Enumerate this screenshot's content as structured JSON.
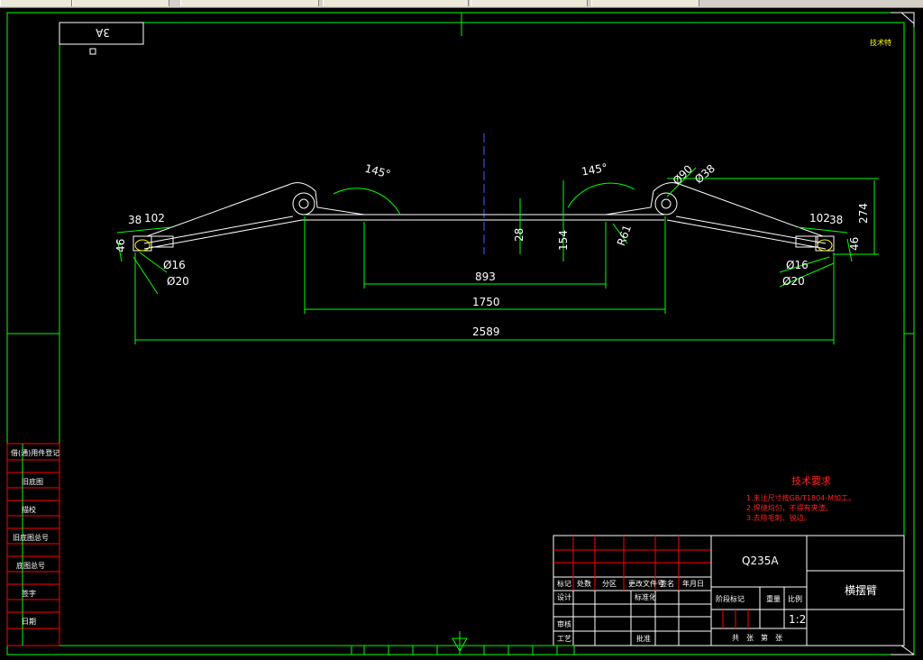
{
  "sheet": {
    "code_box": "3A",
    "top_right_label": "技术特"
  },
  "dimensions": {
    "angle_left": "145°",
    "angle_right": "145°",
    "dia_90": "Ø90",
    "dia_38": "Ø38",
    "v_274": "274",
    "h_38_left": "38",
    "h_102_left": "102",
    "h_102_right": "102",
    "h_38_right": "38",
    "v_46_left": "46",
    "v_46_right": "46",
    "v_28": "28",
    "v_154": "154",
    "r_61": "R61",
    "dia_16_left": "Ø16",
    "dia_20_left": "Ø20",
    "dia_16_right": "Ø16",
    "dia_20_right": "Ø20",
    "len_893": "893",
    "len_1750": "1750",
    "len_2589": "2589"
  },
  "tech_requirements": {
    "title": "技术要求",
    "items": [
      "1.未注尺寸按GB/T1804-M加工。",
      "2.焊缝均匀，不得有夹渣。",
      "3.去除毛刺、锐边。"
    ]
  },
  "left_side_table": [
    "借(通)用件登记",
    "旧底图",
    "描校",
    "旧底图总号",
    "底图总号",
    "签字",
    "日期"
  ],
  "title_block": {
    "header_cells": [
      "标记",
      "处数",
      "分区",
      "更改文件号",
      "签名",
      "年月日"
    ],
    "row_labels": [
      "设计",
      "标准化"
    ],
    "lower_labels": [
      "审核",
      "工艺",
      "批准"
    ],
    "material": "Q235A",
    "part_name": "横摆臂",
    "stage_label": "阶段标记",
    "weight_label": "重量",
    "scale_label": "比例",
    "scale_value": "1:2",
    "sheets_label": "共　张　第　张"
  }
}
